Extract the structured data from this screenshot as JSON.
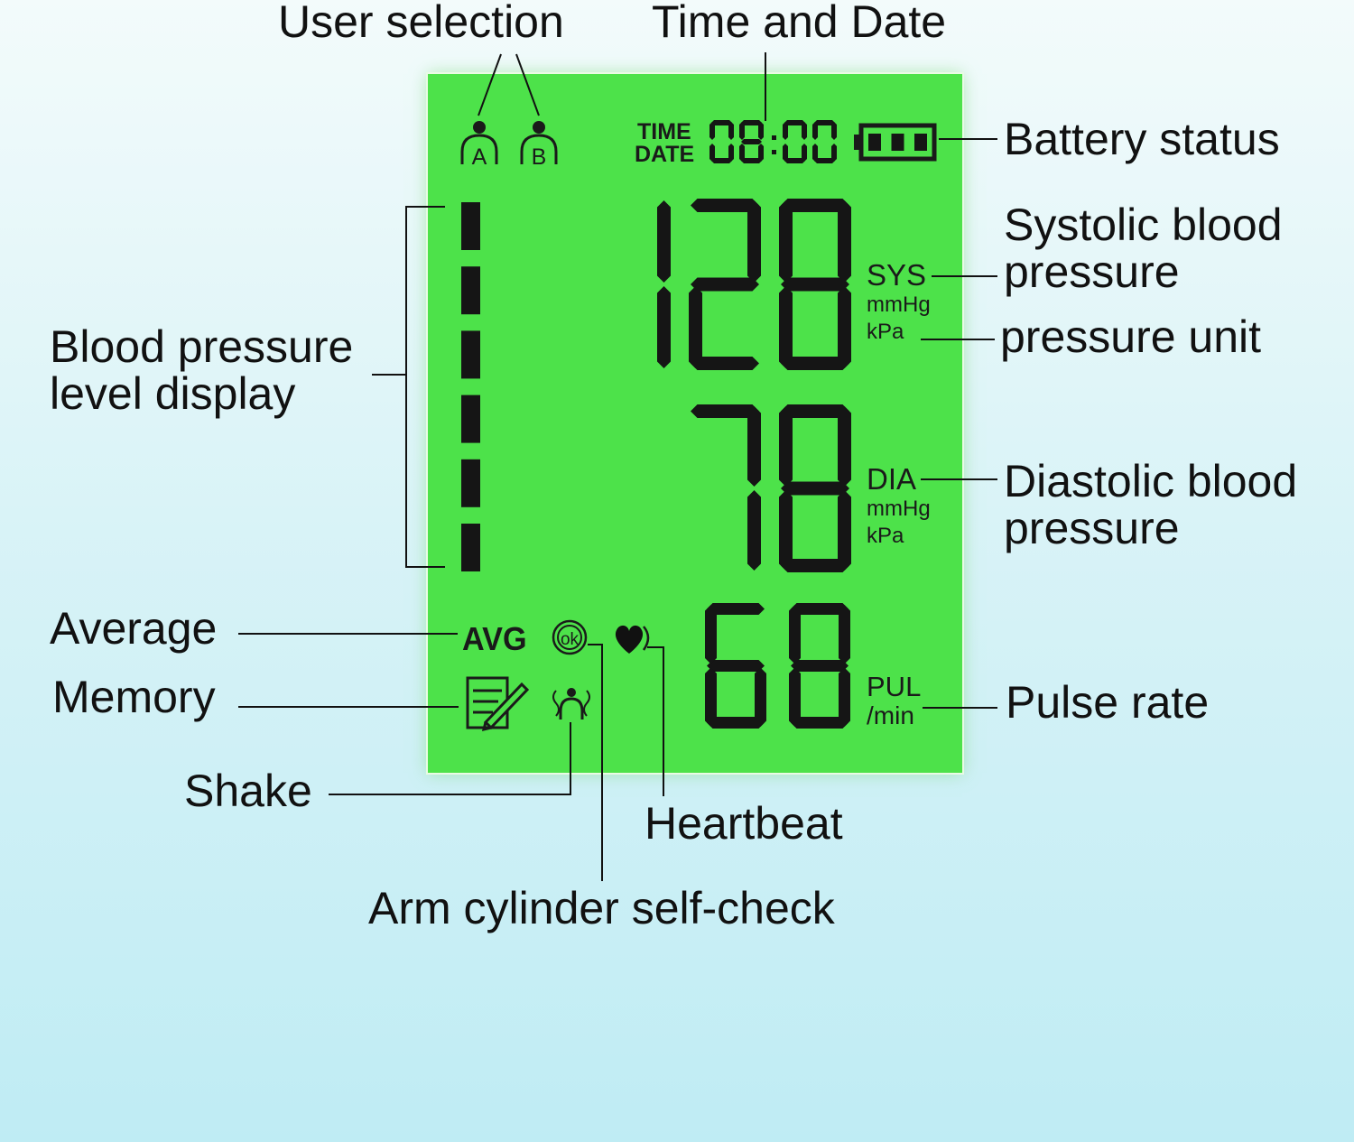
{
  "labels": {
    "user_selection": "User selection",
    "time_and_date": "Time and Date",
    "battery_status": "Battery status",
    "systolic_line1": "Systolic blood",
    "systolic_line2": "pressure",
    "pressure_unit": "pressure unit",
    "bp_level_line1": "Blood pressure",
    "bp_level_line2": "level display",
    "diastolic_line1": "Diastolic blood",
    "diastolic_line2": "pressure",
    "average": "Average",
    "memory": "Memory",
    "pulse_rate": "Pulse rate",
    "shake": "Shake",
    "heartbeat": "Heartbeat",
    "arm_cylinder": "Arm cylinder self-check"
  },
  "lcd": {
    "user_a": "A",
    "user_b": "B",
    "time_label": "TIME",
    "date_label": "DATE",
    "clock": "08:00",
    "systolic": "128",
    "diastolic": "78",
    "pulse": "68",
    "sys_label": "SYS",
    "dia_label": "DIA",
    "unit_mmhg": "mmHg",
    "unit_kpa": "kPa",
    "pul_label": "PUL",
    "per_min": "/min",
    "avg_label": "AVG",
    "ok_label": "ok",
    "bp_level_bars": 6,
    "battery_level_segments": 3
  },
  "colors": {
    "lcd_background": "#4de24a",
    "segment": "#151515",
    "leader_line": "#111111"
  },
  "icons": {
    "user_a": "person-a-icon",
    "user_b": "person-b-icon",
    "battery": "battery-icon",
    "memory": "memory-notepad-icon",
    "shake": "shake-person-icon",
    "self_check": "ok-circle-icon",
    "heartbeat": "heart-icon"
  }
}
